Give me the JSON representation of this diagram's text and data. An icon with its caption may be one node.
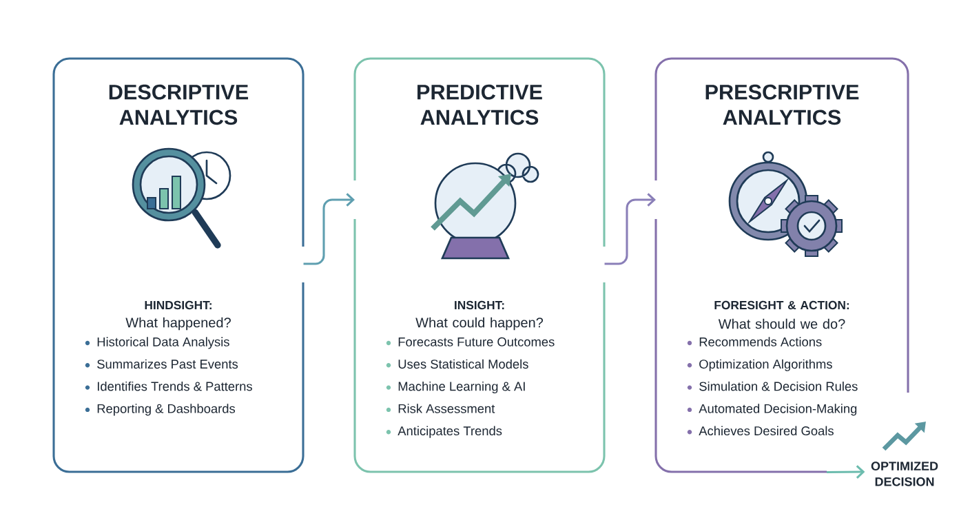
{
  "diagram": {
    "nodes": [
      {
        "text": [
          "DESCRIPTIVE ANALYTICS",
          "HINDSIGHT:",
          "What happened?",
          "Historical Data Analysis",
          "Summarizes Past Events",
          "Identifies Trends & Patterns",
          "Reporting & Dashboards"
        ]
      },
      {
        "text": [
          "PREDICTIVE ANALYTICS",
          "INSIGHT:",
          "What could happen?",
          "Forecasts Future Outcomes",
          "Uses Statistical Models",
          "Machine Learning & AI",
          "Risk Assessment",
          "Anticipates Trends"
        ]
      },
      {
        "text": [
          "PRESCRIPTIVE ANALYTICS",
          "FORESIGHT & ACTION:",
          "What should we do?",
          "Recommends Actions",
          "Optimization Algorithms",
          "Simulation & Decision Rules",
          "Automated Decision-Making",
          "Achieves Desired Goals"
        ]
      },
      {
        "text": [
          "OPTIMIZED DECISION"
        ]
      }
    ],
    "edges": [
      {
        "from": 0,
        "to": 1,
        "arrow": "to",
        "color": "#5f9fb0"
      },
      {
        "from": 1,
        "to": 2,
        "arrow": "to",
        "color": "#8a7fb8"
      },
      {
        "from": 2,
        "to": 3,
        "arrow": "to",
        "color": "#6cbcae"
      }
    ]
  }
}
